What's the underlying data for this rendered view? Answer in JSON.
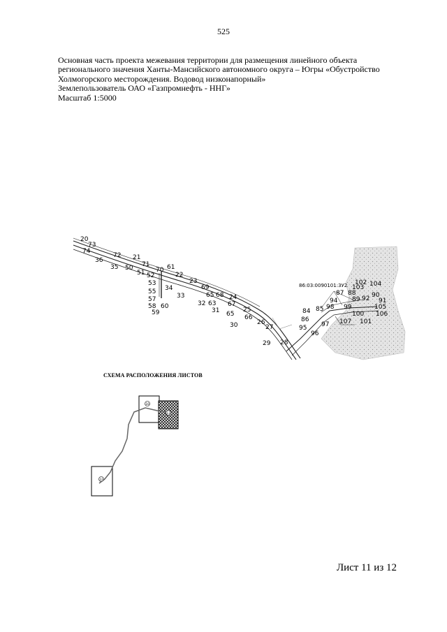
{
  "page_number": "525",
  "header": {
    "lines": [
      "Основная часть проекта межевания территории для размещения линейного объекта",
      "регионального значения Ханты-Мансийского автономного округа – Югры  «Обустройство",
      "Холмогорского месторождения. Водовод низконапорный»",
      "Землепользователь ОАО «Газпромнефть - ННГ»",
      "Масштаб 1:5000"
    ]
  },
  "map": {
    "parcel_label": "86:03:0090101:3У2",
    "points": [
      {
        "n": "20"
      },
      {
        "n": "73"
      },
      {
        "n": "74"
      },
      {
        "n": "36"
      },
      {
        "n": "72"
      },
      {
        "n": "35"
      },
      {
        "n": "21"
      },
      {
        "n": "50"
      },
      {
        "n": "71"
      },
      {
        "n": "51"
      },
      {
        "n": "70"
      },
      {
        "n": "52"
      },
      {
        "n": "61"
      },
      {
        "n": "22"
      },
      {
        "n": "53"
      },
      {
        "n": "34"
      },
      {
        "n": "55"
      },
      {
        "n": "23"
      },
      {
        "n": "57"
      },
      {
        "n": "33"
      },
      {
        "n": "58"
      },
      {
        "n": "60"
      },
      {
        "n": "59"
      },
      {
        "n": "69"
      },
      {
        "n": "65"
      },
      {
        "n": "68"
      },
      {
        "n": "24"
      },
      {
        "n": "32"
      },
      {
        "n": "63"
      },
      {
        "n": "67"
      },
      {
        "n": "31"
      },
      {
        "n": "25"
      },
      {
        "n": "65"
      },
      {
        "n": "66"
      },
      {
        "n": "30"
      },
      {
        "n": "26"
      },
      {
        "n": "27"
      },
      {
        "n": "29"
      },
      {
        "n": "28"
      },
      {
        "n": "84"
      },
      {
        "n": "85"
      },
      {
        "n": "86"
      },
      {
        "n": "95"
      },
      {
        "n": "96"
      },
      {
        "n": "97"
      },
      {
        "n": "98"
      },
      {
        "n": "94"
      },
      {
        "n": "87"
      },
      {
        "n": "88"
      },
      {
        "n": "89"
      },
      {
        "n": "92"
      },
      {
        "n": "99"
      },
      {
        "n": "100"
      },
      {
        "n": "107"
      },
      {
        "n": "101"
      },
      {
        "n": "102"
      },
      {
        "n": "103"
      },
      {
        "n": "104"
      },
      {
        "n": "90"
      },
      {
        "n": "91"
      },
      {
        "n": "105"
      },
      {
        "n": "106"
      }
    ]
  },
  "scheme": {
    "title": "СХЕМА РАСПОЛОЖЕНИЯ ЛИСТОВ",
    "sheet_labels": [
      "10",
      "11",
      "12"
    ]
  },
  "footer": {
    "sheet": "Лист 11 из 12"
  }
}
